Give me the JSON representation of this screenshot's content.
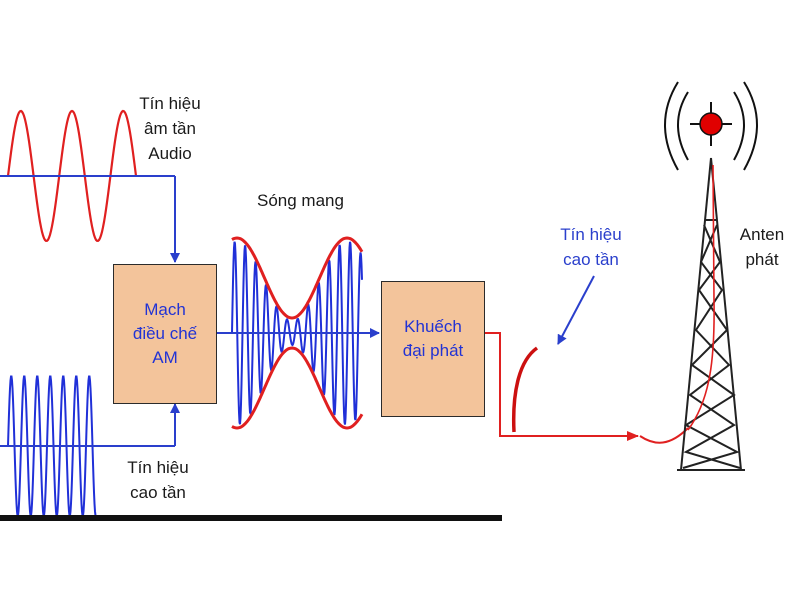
{
  "labels": {
    "audio": [
      "Tín hiệu",
      "âm tần",
      "Audio"
    ],
    "carrier_input": [
      "Tín hiệu",
      "cao tần"
    ],
    "carrier_wave": "Sóng mang",
    "rf_signal": [
      "Tín hiệu",
      "cao tần"
    ],
    "antenna": [
      "Anten",
      "phát"
    ]
  },
  "blocks": {
    "modulator": [
      "Mạch",
      "điều chế",
      "AM"
    ],
    "amplifier": [
      "Khuếch",
      "đại phát"
    ]
  },
  "colors": {
    "audio_wave": "#e02020",
    "carrier_wave": "#2030d8",
    "line": "#2a3fcc",
    "output_line": "#e02020",
    "block_fill": "#f3c49b",
    "tower": "#222222",
    "beacon": "#e00000"
  }
}
